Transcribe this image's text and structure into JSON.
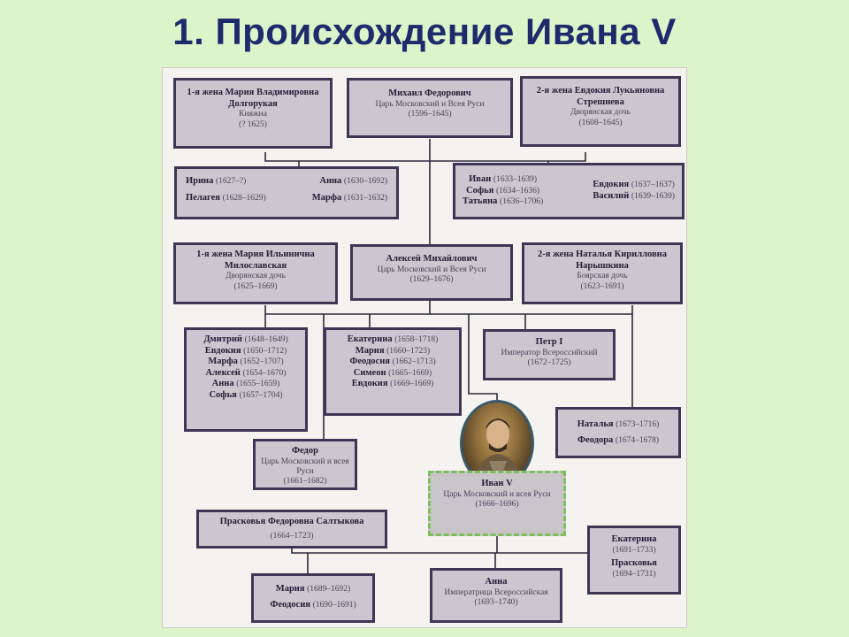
{
  "title": "1. Происхождение Ивана V",
  "gen1": {
    "wife1": {
      "name": "1-я жена Мария Владимировна Долгорукая",
      "role": "Княжна",
      "dates": "(? 1625)"
    },
    "mikhail": {
      "name": "Михаил Федорович",
      "role": "Царь Московский и Всея Руси",
      "dates": "(1596–1645)"
    },
    "wife2": {
      "name": "2-я жена Евдокия Лукьяновна Стрешнева",
      "role": "Дворянская дочь",
      "dates": "(1608–1645)"
    }
  },
  "gen1_children_left": [
    {
      "name": "Ирина",
      "dates": "(1627–?)"
    },
    {
      "name": "Анна",
      "dates": "(1630–1692)"
    },
    {
      "name": "Пелагея",
      "dates": "(1628–1629)"
    },
    {
      "name": "Марфа",
      "dates": "(1631–1632)"
    }
  ],
  "gen1_children_right": [
    {
      "name": "Иван",
      "dates": "(1633–1639)"
    },
    {
      "name": "Евдокия",
      "dates": "(1637–1637)"
    },
    {
      "name": "Софья",
      "dates": "(1634–1636)"
    },
    {
      "name": "Василий",
      "dates": "(1639–1639)"
    },
    {
      "name": "Татьяна",
      "dates": "(1636–1706)"
    }
  ],
  "gen2": {
    "wife1": {
      "name": "1-я жена Мария Ильинична Милославская",
      "role": "Дворянская дочь",
      "dates": "(1625–1669)"
    },
    "alexey": {
      "name": "Алексей Михайлович",
      "role": "Царь Московский и Всея Руси",
      "dates": "(1629–1676)"
    },
    "wife2": {
      "name": "2-я жена Наталья Кирилловна Нарышкина",
      "role": "Боярская дочь",
      "dates": "(1623–1691)"
    }
  },
  "gen2_children_a": [
    {
      "name": "Дмитрий",
      "dates": "(1648–1649)"
    },
    {
      "name": "Евдокия",
      "dates": "(1650–1712)"
    },
    {
      "name": "Марфа",
      "dates": "(1652–1707)"
    },
    {
      "name": "Алексей",
      "dates": "(1654–1670)"
    },
    {
      "name": "Анна",
      "dates": "(1655–1659)"
    },
    {
      "name": "Софья",
      "dates": "(1657–1704)"
    }
  ],
  "gen2_children_b": [
    {
      "name": "Екатерина",
      "dates": "(1658–1718)"
    },
    {
      "name": "Мария",
      "dates": "(1660–1723)"
    },
    {
      "name": "Феодосия",
      "dates": "(1662–1713)"
    },
    {
      "name": "Симеон",
      "dates": "(1665–1669)"
    },
    {
      "name": "Евдокия",
      "dates": "(1669–1669)"
    }
  ],
  "petr": {
    "name": "Петр I",
    "role": "Император Всероссийский",
    "dates": "(1672–1725)"
  },
  "gen2_children_c": [
    {
      "name": "Наталья",
      "dates": "(1673–1716)"
    },
    {
      "name": "Феодора",
      "dates": "(1674–1678)"
    }
  ],
  "fedor": {
    "name": "Федор",
    "role": "Царь Московский и всея Руси",
    "dates": "(1661–1682)"
  },
  "ivan": {
    "name": "Иван V",
    "role": "Царь Московский и всея Руси",
    "dates": "(1666–1696)"
  },
  "praskovya": {
    "name": "Прасковья Федоровна Салтыкова",
    "dates": "(1664–1723)"
  },
  "gen3_children_a": [
    {
      "name": "Мария",
      "dates": "(1689–1692)"
    },
    {
      "name": "Феодосия",
      "dates": "(1690–1691)"
    }
  ],
  "anna": {
    "name": "Анна",
    "role": "Императрица Всероссийская",
    "dates": "(1693–1740)"
  },
  "gen3_children_c": [
    {
      "name": "Екатерина",
      "dates": "(1691–1733)"
    },
    {
      "name": "Прасковья",
      "dates": "(1694–1731)"
    }
  ],
  "colors": {
    "background": "#ddf3c9",
    "title": "#1e2a6c",
    "box_fill": "#cbc6cf",
    "box_border": "#3f3656",
    "ivan_border": "#7fbf5a"
  }
}
